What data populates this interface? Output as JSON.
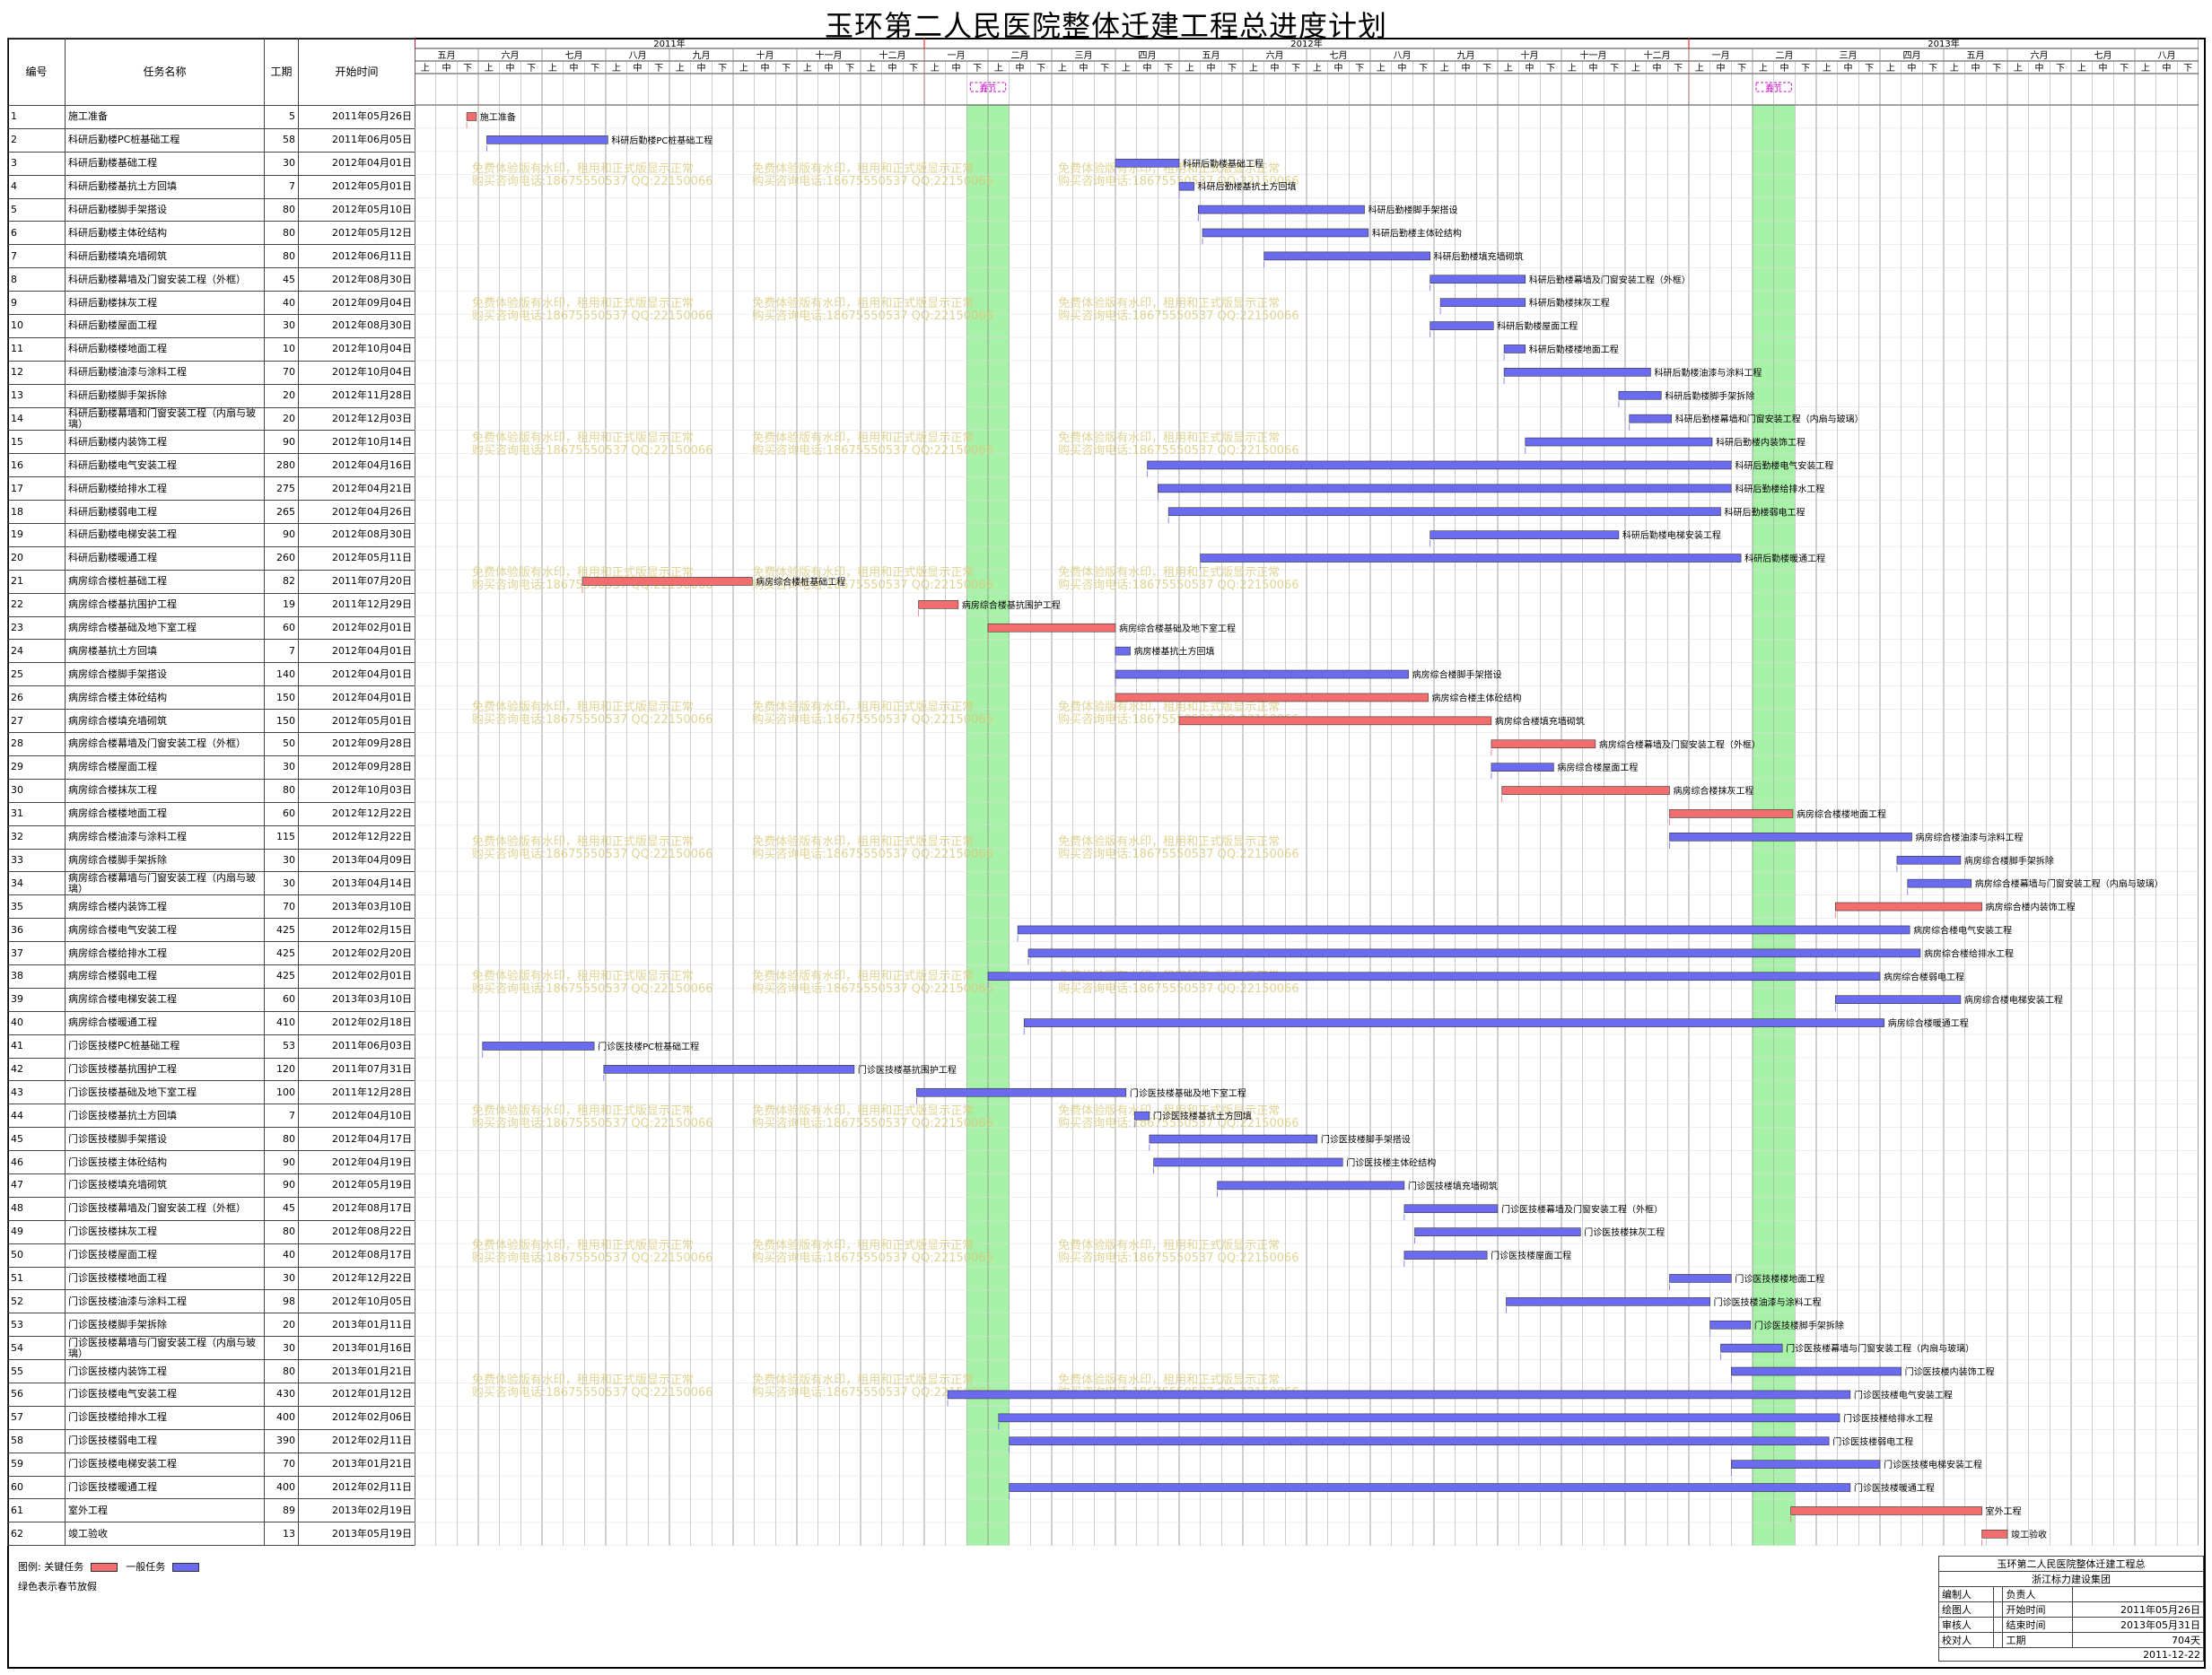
{
  "title": "玉环第二人民医院整体迁建工程总进度计划",
  "colors": {
    "critical": "#f26d6d",
    "normal": "#6b6bef",
    "festival": "#99ee99",
    "grid": "#888888",
    "header_red": "#ff0000"
  },
  "headers": {
    "no": "编号",
    "name": "任务名称",
    "duration": "工期",
    "start": "开始时间"
  },
  "timeline": {
    "years": [
      {
        "label": "2011年",
        "months": 8
      },
      {
        "label": "2012年",
        "months": 12
      },
      {
        "label": "2013年",
        "months": 8
      }
    ],
    "months": [
      "五月",
      "六月",
      "七月",
      "八月",
      "九月",
      "十月",
      "十一月",
      "十二月",
      "一月",
      "二月",
      "三月",
      "四月",
      "五月",
      "六月",
      "七月",
      "八月",
      "九月",
      "十月",
      "十一月",
      "十二月",
      "一月",
      "二月",
      "三月",
      "四月",
      "五月",
      "六月",
      "七月",
      "八月"
    ],
    "periods": [
      "上",
      "中",
      "下"
    ],
    "festival_label": "春节",
    "festivals": [
      {
        "month_index": 8,
        "period": 2
      },
      {
        "month_index": 21,
        "period": 0
      }
    ]
  },
  "chart_data": {
    "type": "gantt",
    "title": "玉环第二人民医院整体迁建工程总进度计划",
    "x_range": [
      "2011-05-01",
      "2013-08-31"
    ],
    "tasks": [
      {
        "id": 1,
        "name": "施工准备",
        "duration": 5,
        "start": "2011年05月26日",
        "critical": true
      },
      {
        "id": 2,
        "name": "科研后勤楼PC桩基础工程",
        "duration": 58,
        "start": "2011年06月05日",
        "critical": false
      },
      {
        "id": 3,
        "name": "科研后勤楼基础工程",
        "duration": 30,
        "start": "2012年04月01日",
        "critical": false
      },
      {
        "id": 4,
        "name": "科研后勤楼基抗土方回填",
        "duration": 7,
        "start": "2012年05月01日",
        "critical": false
      },
      {
        "id": 5,
        "name": "科研后勤楼脚手架搭设",
        "duration": 80,
        "start": "2012年05月10日",
        "critical": false
      },
      {
        "id": 6,
        "name": "科研后勤楼主体砼结构",
        "duration": 80,
        "start": "2012年05月12日",
        "critical": false
      },
      {
        "id": 7,
        "name": "科研后勤楼填充墙砌筑",
        "duration": 80,
        "start": "2012年06月11日",
        "critical": false
      },
      {
        "id": 8,
        "name": "科研后勤楼幕墙及门窗安装工程（外框）",
        "duration": 45,
        "start": "2012年08月30日",
        "critical": false
      },
      {
        "id": 9,
        "name": "科研后勤楼抹灰工程",
        "duration": 40,
        "start": "2012年09月04日",
        "critical": false
      },
      {
        "id": 10,
        "name": "科研后勤楼屋面工程",
        "duration": 30,
        "start": "2012年08月30日",
        "critical": false
      },
      {
        "id": 11,
        "name": "科研后勤楼楼地面工程",
        "duration": 10,
        "start": "2012年10月04日",
        "critical": false
      },
      {
        "id": 12,
        "name": "科研后勤楼油漆与涂料工程",
        "duration": 70,
        "start": "2012年10月04日",
        "critical": false
      },
      {
        "id": 13,
        "name": "科研后勤楼脚手架拆除",
        "duration": 20,
        "start": "2012年11月28日",
        "critical": false
      },
      {
        "id": 14,
        "name": "科研后勤楼幕墙和门窗安装工程（内扇与玻璃）",
        "duration": 20,
        "start": "2012年12月03日",
        "critical": false
      },
      {
        "id": 15,
        "name": "科研后勤楼内装饰工程",
        "duration": 90,
        "start": "2012年10月14日",
        "critical": false
      },
      {
        "id": 16,
        "name": "科研后勤楼电气安装工程",
        "duration": 280,
        "start": "2012年04月16日",
        "critical": false
      },
      {
        "id": 17,
        "name": "科研后勤楼给排水工程",
        "duration": 275,
        "start": "2012年04月21日",
        "critical": false
      },
      {
        "id": 18,
        "name": "科研后勤楼弱电工程",
        "duration": 265,
        "start": "2012年04月26日",
        "critical": false
      },
      {
        "id": 19,
        "name": "科研后勤楼电梯安装工程",
        "duration": 90,
        "start": "2012年08月30日",
        "critical": false
      },
      {
        "id": 20,
        "name": "科研后勤楼暖通工程",
        "duration": 260,
        "start": "2012年05月11日",
        "critical": false
      },
      {
        "id": 21,
        "name": "病房综合楼桩基础工程",
        "duration": 82,
        "start": "2011年07月20日",
        "critical": true
      },
      {
        "id": 22,
        "name": "病房综合楼基抗围护工程",
        "duration": 19,
        "start": "2011年12月29日",
        "critical": true
      },
      {
        "id": 23,
        "name": "病房综合楼基础及地下室工程",
        "duration": 60,
        "start": "2012年02月01日",
        "critical": true
      },
      {
        "id": 24,
        "name": "病房楼基抗土方回填",
        "duration": 7,
        "start": "2012年04月01日",
        "critical": false
      },
      {
        "id": 25,
        "name": "病房综合楼脚手架搭设",
        "duration": 140,
        "start": "2012年04月01日",
        "critical": false
      },
      {
        "id": 26,
        "name": "病房综合楼主体砼结构",
        "duration": 150,
        "start": "2012年04月01日",
        "critical": true
      },
      {
        "id": 27,
        "name": "病房综合楼填充墙砌筑",
        "duration": 150,
        "start": "2012年05月01日",
        "critical": true
      },
      {
        "id": 28,
        "name": "病房综合楼幕墙及门窗安装工程（外框）",
        "duration": 50,
        "start": "2012年09月28日",
        "critical": true
      },
      {
        "id": 29,
        "name": "病房综合楼屋面工程",
        "duration": 30,
        "start": "2012年09月28日",
        "critical": false
      },
      {
        "id": 30,
        "name": "病房综合楼抹灰工程",
        "duration": 80,
        "start": "2012年10月03日",
        "critical": true
      },
      {
        "id": 31,
        "name": "病房综合楼楼地面工程",
        "duration": 60,
        "start": "2012年12月22日",
        "critical": true
      },
      {
        "id": 32,
        "name": "病房综合楼油漆与涂料工程",
        "duration": 115,
        "start": "2012年12月22日",
        "critical": false
      },
      {
        "id": 33,
        "name": "病房综合楼脚手架拆除",
        "duration": 30,
        "start": "2013年04月09日",
        "critical": false
      },
      {
        "id": 34,
        "name": "病房综合楼幕墙与门窗安装工程（内扇与玻璃）",
        "duration": 30,
        "start": "2013年04月14日",
        "critical": false
      },
      {
        "id": 35,
        "name": "病房综合楼内装饰工程",
        "duration": 70,
        "start": "2013年03月10日",
        "critical": true
      },
      {
        "id": 36,
        "name": "病房综合楼电气安装工程",
        "duration": 425,
        "start": "2012年02月15日",
        "critical": false
      },
      {
        "id": 37,
        "name": "病房综合楼给排水工程",
        "duration": 425,
        "start": "2012年02月20日",
        "critical": false
      },
      {
        "id": 38,
        "name": "病房综合楼弱电工程",
        "duration": 425,
        "start": "2012年02月01日",
        "critical": false
      },
      {
        "id": 39,
        "name": "病房综合楼电梯安装工程",
        "duration": 60,
        "start": "2013年03月10日",
        "critical": false
      },
      {
        "id": 40,
        "name": "病房综合楼暖通工程",
        "duration": 410,
        "start": "2012年02月18日",
        "critical": false
      },
      {
        "id": 41,
        "name": "门诊医技楼PC桩基础工程",
        "duration": 53,
        "start": "2011年06月03日",
        "critical": false
      },
      {
        "id": 42,
        "name": "门诊医技楼基抗围护工程",
        "duration": 120,
        "start": "2011年07月31日",
        "critical": false
      },
      {
        "id": 43,
        "name": "门诊医技楼基础及地下室工程",
        "duration": 100,
        "start": "2011年12月28日",
        "critical": false
      },
      {
        "id": 44,
        "name": "门诊医技楼基抗土方回填",
        "duration": 7,
        "start": "2012年04月10日",
        "critical": false
      },
      {
        "id": 45,
        "name": "门诊医技楼脚手架搭设",
        "duration": 80,
        "start": "2012年04月17日",
        "critical": false
      },
      {
        "id": 46,
        "name": "门诊医技楼主体砼结构",
        "duration": 90,
        "start": "2012年04月19日",
        "critical": false
      },
      {
        "id": 47,
        "name": "门诊医技楼填充墙砌筑",
        "duration": 90,
        "start": "2012年05月19日",
        "critical": false
      },
      {
        "id": 48,
        "name": "门诊医技楼幕墙及门窗安装工程（外框）",
        "duration": 45,
        "start": "2012年08月17日",
        "critical": false
      },
      {
        "id": 49,
        "name": "门诊医技楼抹灰工程",
        "duration": 80,
        "start": "2012年08月22日",
        "critical": false
      },
      {
        "id": 50,
        "name": "门诊医技楼屋面工程",
        "duration": 40,
        "start": "2012年08月17日",
        "critical": false
      },
      {
        "id": 51,
        "name": "门诊医技楼楼地面工程",
        "duration": 30,
        "start": "2012年12月22日",
        "critical": false
      },
      {
        "id": 52,
        "name": "门诊医技楼油漆与涂料工程",
        "duration": 98,
        "start": "2012年10月05日",
        "critical": false
      },
      {
        "id": 53,
        "name": "门诊医技楼脚手架拆除",
        "duration": 20,
        "start": "2013年01月11日",
        "critical": false
      },
      {
        "id": 54,
        "name": "门诊医技楼幕墙与门窗安装工程（内扇与玻璃）",
        "duration": 30,
        "start": "2013年01月16日",
        "critical": false
      },
      {
        "id": 55,
        "name": "门诊医技楼内装饰工程",
        "duration": 80,
        "start": "2013年01月21日",
        "critical": false
      },
      {
        "id": 56,
        "name": "门诊医技楼电气安装工程",
        "duration": 430,
        "start": "2012年01月12日",
        "critical": false
      },
      {
        "id": 57,
        "name": "门诊医技楼给排水工程",
        "duration": 400,
        "start": "2012年02月06日",
        "critical": false
      },
      {
        "id": 58,
        "name": "门诊医技楼弱电工程",
        "duration": 390,
        "start": "2012年02月11日",
        "critical": false
      },
      {
        "id": 59,
        "name": "门诊医技楼电梯安装工程",
        "duration": 70,
        "start": "2013年01月21日",
        "critical": false
      },
      {
        "id": 60,
        "name": "门诊医技楼暖通工程",
        "duration": 400,
        "start": "2012年02月11日",
        "critical": false
      },
      {
        "id": 61,
        "name": "室外工程",
        "duration": 89,
        "start": "2013年02月19日",
        "critical": true
      },
      {
        "id": 62,
        "name": "竣工验收",
        "duration": 13,
        "start": "2013年05月19日",
        "critical": true
      }
    ]
  },
  "legend": {
    "prefix": "图例:",
    "critical_label": "关键任务",
    "normal_label": "一般任务",
    "note": "绿色表示春节放假"
  },
  "titleblock": {
    "project": "玉环第二人民医院整体迁建工程总",
    "company": "浙江标力建设集团",
    "editor_label": "编制人",
    "lead_label": "负责人",
    "drawer_label": "绘图人",
    "start_label": "开始时间",
    "start_value": "2011年05月26日",
    "reviewer_label": "审核人",
    "end_label": "结束时间",
    "end_value": "2013年05月31日",
    "checker_label": "校对人",
    "duration_label": "工期",
    "duration_value": "704天",
    "date": "2011-12-22"
  },
  "watermark": {
    "line1": "免费体验版有水印，租用和正式版显示正常",
    "line2": "购买咨询电话:18675550537 QQ:22150066"
  }
}
